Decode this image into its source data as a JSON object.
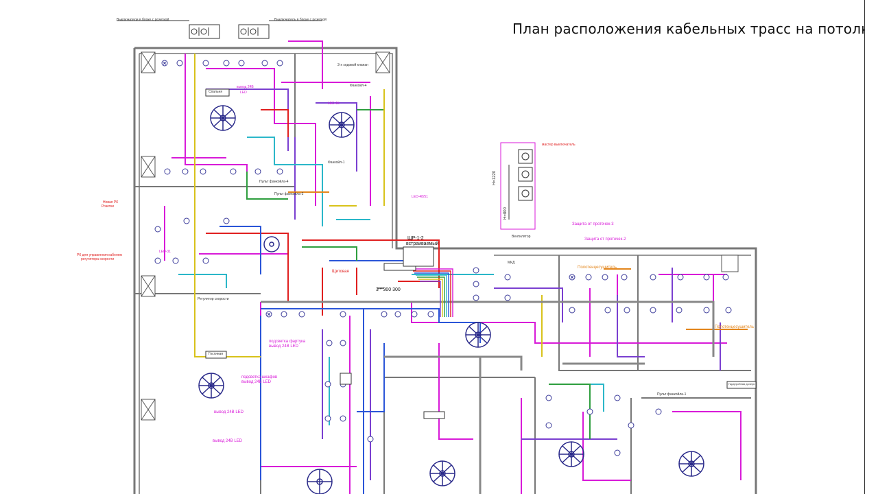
{
  "title": "План расположения кабельных трасс на потолке.",
  "colors": {
    "magenta": "#d81ad8",
    "purple": "#7a3fd0",
    "red": "#e01f1f",
    "blue": "#2a55d8",
    "cyan": "#2bb7c9",
    "green": "#2e9e3e",
    "yellow": "#d8c21a",
    "orange": "#e3861c",
    "wall": "#777777",
    "dark": "#333333"
  },
  "top_labels": {
    "switch1": "Выключатели в блоке с розеткой",
    "switch2": "Выключатель в блоке с розеткой"
  },
  "rooms": {
    "bedroom": "Спальня",
    "kitchen": "Гостиная"
  },
  "labels": [
    {
      "id": "l1",
      "text": "вывод 24В"
    },
    {
      "id": "l2",
      "text": "LED"
    },
    {
      "id": "l3",
      "text": "3-х ходовой клапан"
    },
    {
      "id": "l4",
      "text": "Фанкойл-4"
    },
    {
      "id": "l5",
      "text": "LED-15"
    },
    {
      "id": "l6",
      "text": "Фанкойл-1"
    },
    {
      "id": "l7",
      "text": "Пульт фанкойла-4"
    },
    {
      "id": "l8",
      "text": "Пульт фанкойла-3"
    },
    {
      "id": "l9",
      "text": "Новая РК"
    },
    {
      "id": "l10",
      "text": "Розетки"
    },
    {
      "id": "l11",
      "text": "РК для управления кабелем"
    },
    {
      "id": "l12",
      "text": "регулятора скорости"
    },
    {
      "id": "l13",
      "text": "Регулятор скорости"
    },
    {
      "id": "l14",
      "text": "ЩР-1-2"
    },
    {
      "id": "l15",
      "text": "встраиваемый"
    },
    {
      "id": "l16",
      "text": "Вентилятор"
    },
    {
      "id": "l17",
      "text": "Защита от протечек-3"
    },
    {
      "id": "l18",
      "text": "Защита от протечек-2"
    },
    {
      "id": "l19",
      "text": "Полотенцесушитель"
    },
    {
      "id": "l20",
      "text": "подсветка фартука"
    },
    {
      "id": "l21",
      "text": "вывод 24В LED"
    },
    {
      "id": "l22",
      "text": "подсветка шкафов"
    },
    {
      "id": "l23",
      "text": "Пульт фанкойла-1"
    },
    {
      "id": "l24",
      "text": "Щитовая"
    },
    {
      "id": "l25",
      "text": "МКД"
    },
    {
      "id": "l26",
      "text": "мастер выключатель"
    },
    {
      "id": "l27",
      "text": "H=1220"
    },
    {
      "id": "l28",
      "text": "H=800"
    },
    {
      "id": "l29",
      "text": "LED-31"
    },
    {
      "id": "l30",
      "text": "LED-48/51"
    },
    {
      "id": "l31",
      "text": "Гардеробная дочери"
    },
    {
      "id": "l32",
      "text": "3 * 300 300"
    }
  ]
}
